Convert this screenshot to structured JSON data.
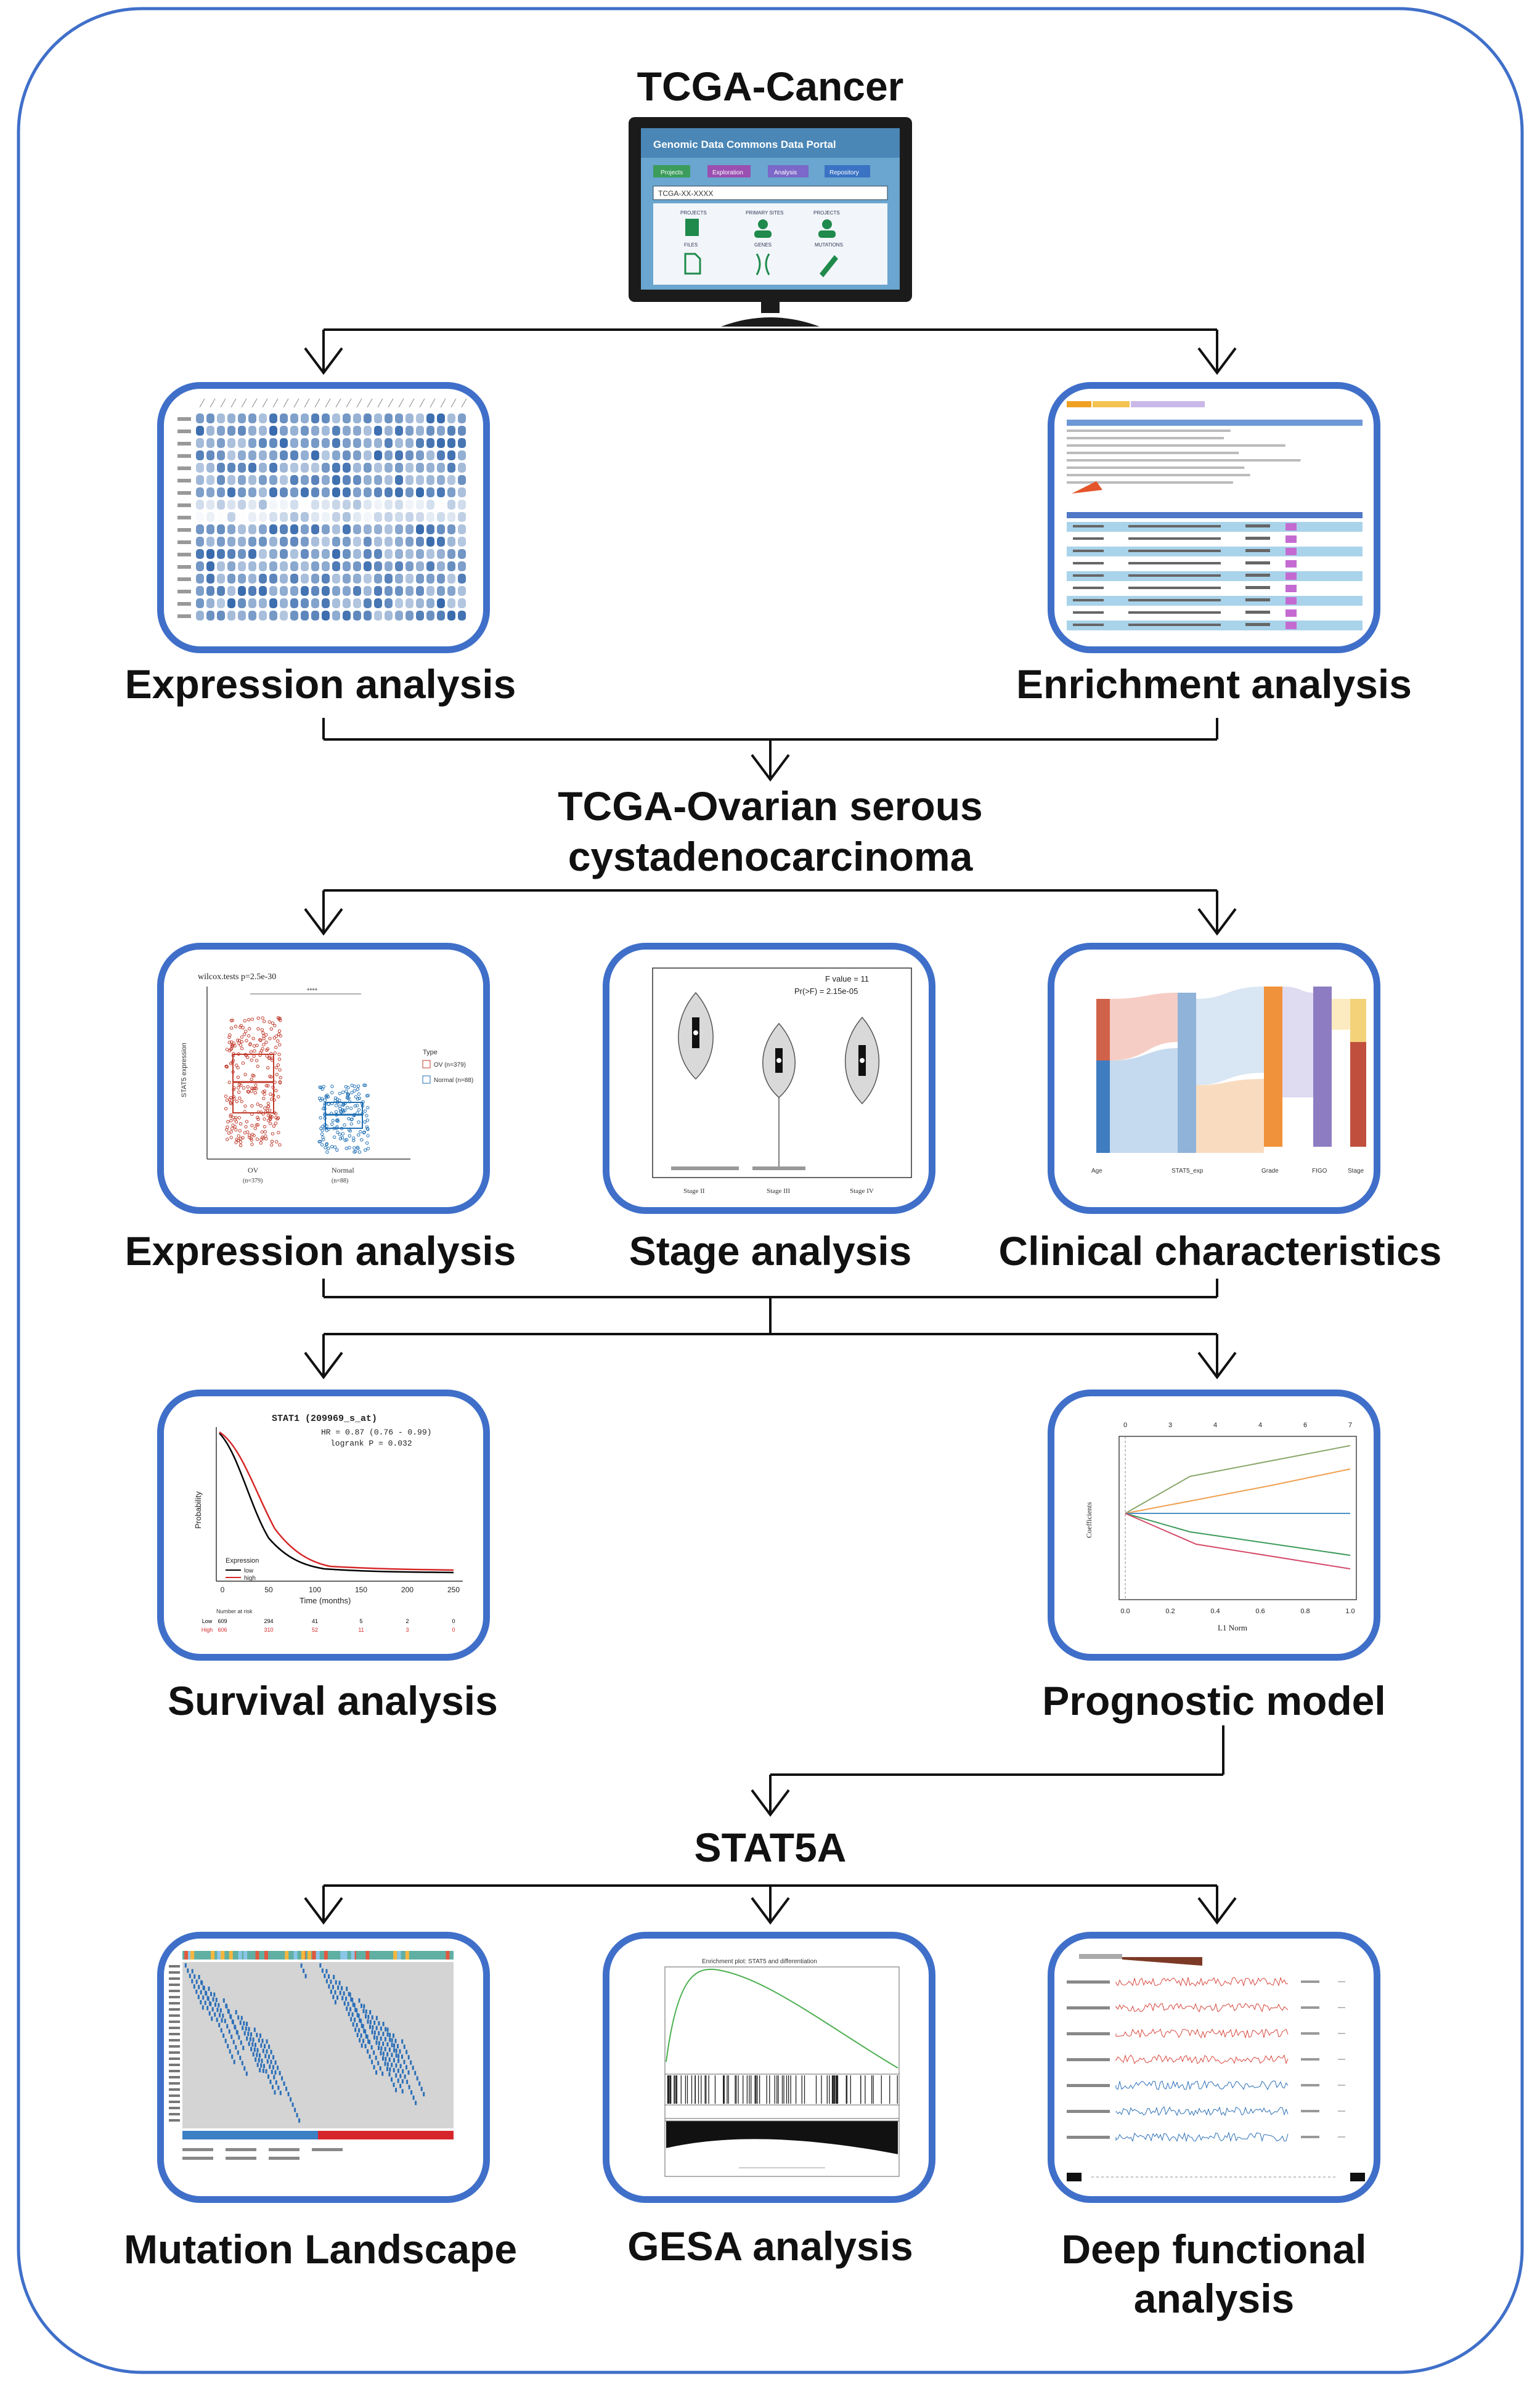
{
  "title": "TCGA-Cancer",
  "portal": {
    "heading": "Genomic Data Commons Data Portal",
    "buttons": [
      "Projects",
      "Exploration",
      "Analysis",
      "Repository"
    ],
    "search": "TCGA-XX-XXXX",
    "col_labels": [
      "PROJECTS",
      "PRIMARY SITES",
      "PROJECTS"
    ],
    "row_labels": [
      "FILES",
      "GENES",
      "MUTATIONS"
    ]
  },
  "stage1": {
    "left_label": "Expression analysis",
    "right_label": "Enrichment analysis"
  },
  "mid_title_line1": "TCGA-Ovarian serous",
  "mid_title_line2": "cystadenocarcinoma",
  "stage2": {
    "left_label": "Expression analysis",
    "center_label": "Stage analysis",
    "right_label": "Clinical  characteristics",
    "boxplot": {
      "title": "wilcox.tests p=2.5e-30",
      "ylabel": "STAT5 expression",
      "groups": [
        "OV",
        "Normal"
      ],
      "group_sub": [
        "(n=379)",
        "(n=88)"
      ],
      "legend_title": "Type",
      "legend_items": [
        "OV (n=379)",
        "Normal (n=88)"
      ],
      "sig": "****"
    },
    "violin": {
      "stat1": "F value = 11",
      "stat2": "Pr(>F) = 2.15e-05",
      "groups": [
        "Stage II",
        "Stage III",
        "Stage IV"
      ]
    },
    "sankey": {
      "axes": [
        "Age",
        "STAT5_exp",
        "Grade",
        "FIGO",
        "Stage"
      ]
    }
  },
  "stage3": {
    "left_label": "Survival analysis",
    "right_label": "Prognostic model",
    "km": {
      "title": "STAT1 (209969_s_at)",
      "hr": "HR = 0.87 (0.76 - 0.99)",
      "logrank": "logrank P = 0.032",
      "ylabel": "Probability",
      "xlabel": "Time (months)",
      "xticks": [
        "0",
        "50",
        "100",
        "150",
        "200",
        "250"
      ],
      "legend_title": "Expression",
      "legend_items": [
        "low",
        "high"
      ],
      "risk_title": "Number at risk",
      "risk_low": [
        "Low",
        "609",
        "294",
        "41",
        "5",
        "2",
        "0"
      ],
      "risk_high": [
        "High",
        "606",
        "310",
        "52",
        "11",
        "3",
        "0"
      ],
      "colors": {
        "low": "#000000",
        "high": "#d62728"
      }
    },
    "lasso": {
      "top_ticks": [
        "0",
        "3",
        "4",
        "4",
        "6",
        "7"
      ],
      "xlabel": "L1 Norm",
      "ylabel": "Coefficients",
      "xticks": [
        "0.0",
        "0.2",
        "0.4",
        "0.6",
        "0.8",
        "1.0"
      ]
    }
  },
  "gene": "STAT5A",
  "stage4": {
    "left_label": "Mutation Landscape",
    "center_label": "GESA analysis",
    "right_label_line1": "Deep functional",
    "right_label_line2": "analysis",
    "gsea_title": "Enrichment plot: STAT5 and differentiation"
  },
  "colors": {
    "border": "#3f6fc9",
    "outer": "#3f6fc9",
    "arrow": "#111111",
    "heat": "#2c62a8"
  }
}
